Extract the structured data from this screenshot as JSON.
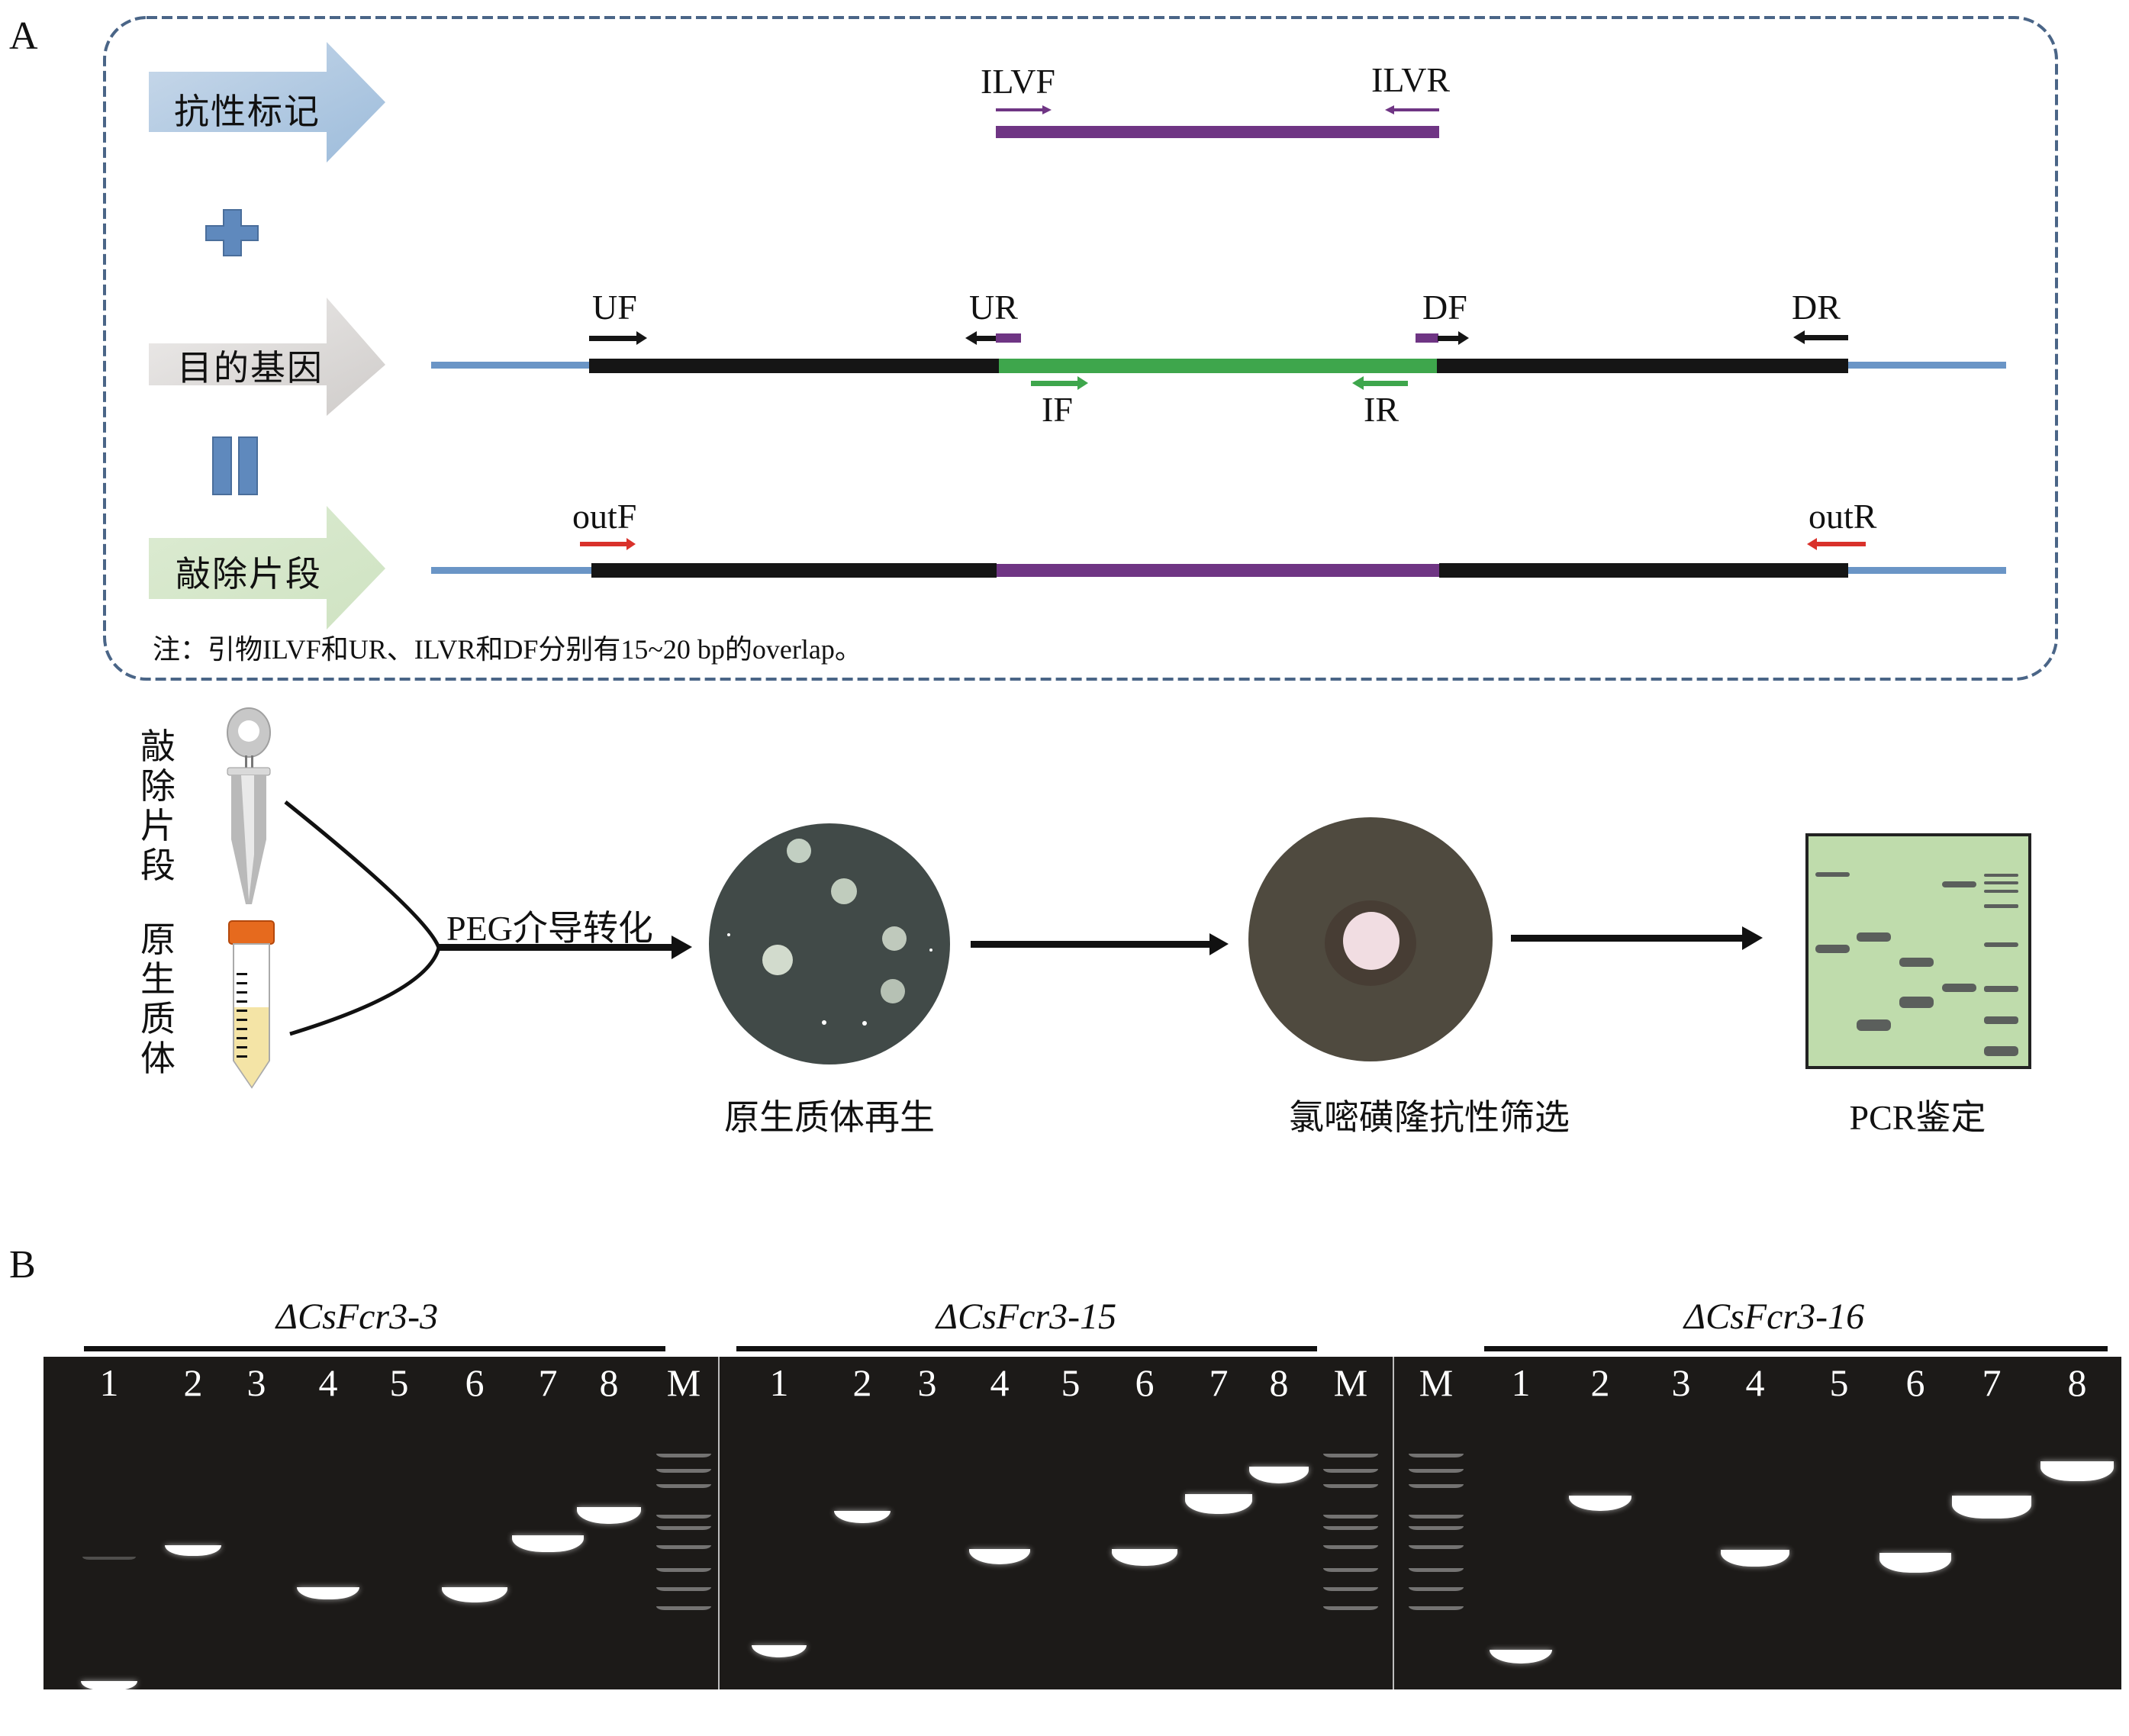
{
  "panel_labels": {
    "a": "A",
    "b": "B"
  },
  "panel_a": {
    "rows": [
      {
        "label": "抗性标记",
        "arrow_color": "#a9c4de"
      },
      {
        "label": "目的基因",
        "arrow_color": "#d6d3d1"
      },
      {
        "label": "敲除片段",
        "arrow_color": "#d3e6c8"
      }
    ],
    "operators": {
      "plus": "plus",
      "equals": "equals"
    },
    "primers": {
      "ILVF": "ILVF",
      "ILVR": "ILVR",
      "UF": "UF",
      "UR": "UR",
      "DF": "DF",
      "DR": "DR",
      "IF": "IF",
      "IR": "IR",
      "outF": "outF",
      "outR": "outR"
    },
    "colors": {
      "marker": "#6f3584",
      "flank": "#151515",
      "target": "#3ea64c",
      "genome": "#6a95c6",
      "out_primer": "#d9312b",
      "border": "#4a6587"
    },
    "note": "注：引物ILVF和UR、ILVR和DF分别有15~20 bp的overlap。"
  },
  "workflow": {
    "tube1_label": "敲除片段",
    "tube2_label": "原生质体",
    "transform_label": "PEG介导转化",
    "steps": [
      "原生质体再生",
      "氯嘧磺隆抗性筛选",
      "PCR鉴定"
    ]
  },
  "panel_b": {
    "gels": [
      {
        "strain": "ΔCsFcr3-3",
        "lanes": [
          "1",
          "2",
          "3",
          "4",
          "5",
          "6",
          "7",
          "8",
          "M"
        ]
      },
      {
        "strain": "ΔCsFcr3-15",
        "lanes": [
          "1",
          "2",
          "3",
          "4",
          "5",
          "6",
          "7",
          "8",
          "M"
        ]
      },
      {
        "strain": "ΔCsFcr3-16",
        "lanes": [
          "M",
          "1",
          "2",
          "3",
          "4",
          "5",
          "6",
          "7",
          "8"
        ]
      }
    ]
  }
}
